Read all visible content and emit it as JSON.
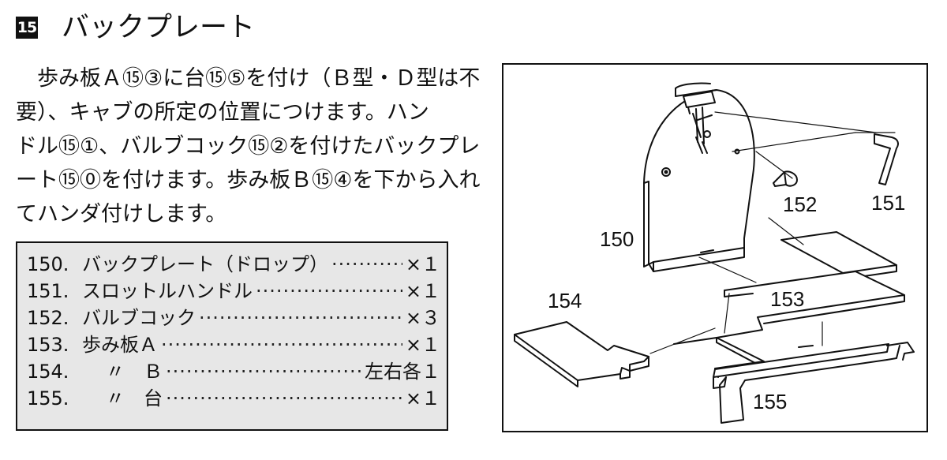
{
  "section": {
    "number": "15",
    "title": "バックプレート"
  },
  "body_lines": [
    "　歩み板Ａ⑮③に台⑮⑤を付け（Ｂ型・Ｄ型は不",
    "要）、キャブの所定の位置につけます。ハン",
    "ドル⑮①、バルブコック⑮②を付けたバックプレ",
    "ート⑮⓪を付けます。歩み板Ｂ⑮④を下から入れ",
    "てハンダ付けします。"
  ],
  "parts_list": [
    {
      "no": "150.",
      "name": "バックプレート（ドロップ）",
      "qty": "×１"
    },
    {
      "no": "151.",
      "name": "スロットルハンドル",
      "qty": "×１"
    },
    {
      "no": "152.",
      "name": "バルブコック",
      "qty": "×３"
    },
    {
      "no": "153.",
      "name": "歩み板Ａ",
      "qty": "×１"
    },
    {
      "no": "154.",
      "name": "〃　Ｂ",
      "qty": "左右各１"
    },
    {
      "no": "155.",
      "name": "〃　台",
      "qty": "×１"
    }
  ],
  "diagram_labels": {
    "p150": "150",
    "p151": "151",
    "p152": "152",
    "p153": "153",
    "p154": "154",
    "p155": "155"
  },
  "colors": {
    "ink": "#111111",
    "parts_box_bg": "#e7e7e7",
    "paper": "#ffffff"
  }
}
